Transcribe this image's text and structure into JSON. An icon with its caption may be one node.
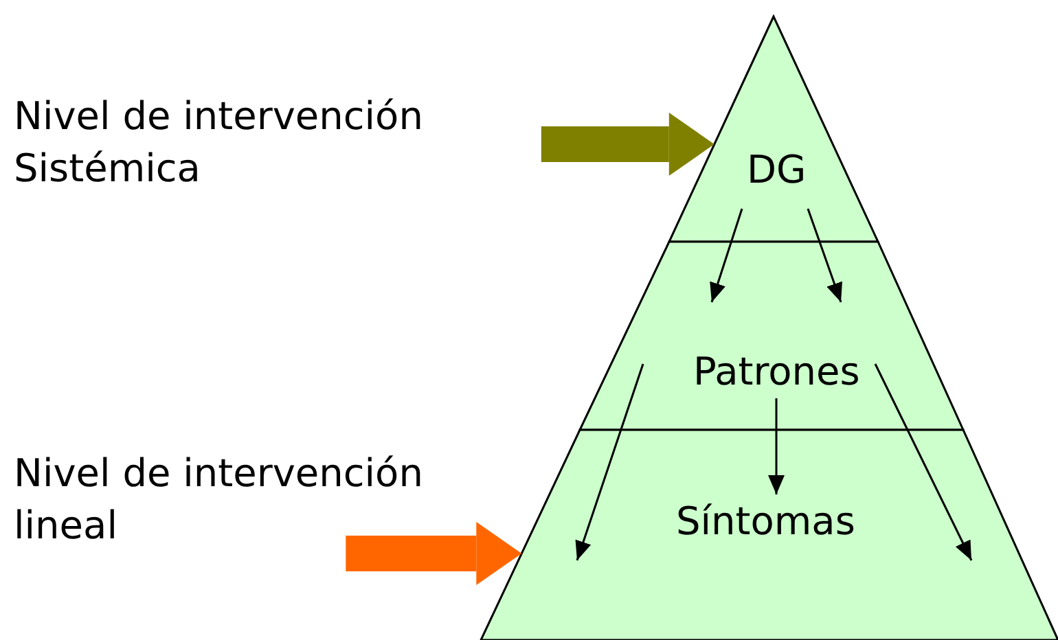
{
  "diagram": {
    "nodes": [
      {
        "text": [
          "DG"
        ]
      },
      {
        "text": [
          "Patrones"
        ]
      },
      {
        "text": [
          "Síntomas"
        ]
      }
    ],
    "edges": [
      {
        "from": null,
        "to": 0,
        "arrow": "to",
        "style": "thick",
        "color": "#808000"
      },
      {
        "from": null,
        "to": 2,
        "arrow": "to",
        "style": "thick",
        "color": "#ff6600"
      },
      {
        "from": 0,
        "to": 1,
        "arrow": "to"
      },
      {
        "from": 0,
        "to": 1,
        "arrow": "to"
      },
      {
        "from": 1,
        "to": 2,
        "arrow": "to"
      },
      {
        "from": 1,
        "to": 2,
        "arrow": "to"
      },
      {
        "from": 1,
        "to": 2,
        "arrow": "to"
      }
    ],
    "labels": [
      "Nivel de intervención Sistémica",
      "Nivel de intervención lineal"
    ]
  }
}
